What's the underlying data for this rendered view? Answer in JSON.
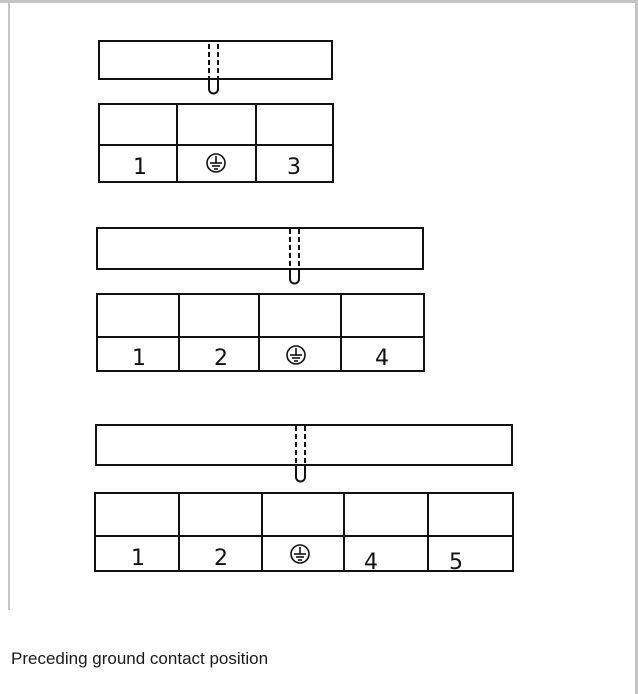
{
  "caption": "Preceding ground contact position",
  "connectors": [
    {
      "name": "three-pole",
      "labels": [
        "1",
        "ground",
        "3"
      ],
      "ground_index": 1
    },
    {
      "name": "four-pole",
      "labels": [
        "1",
        "2",
        "ground",
        "4"
      ],
      "ground_index": 2
    },
    {
      "name": "five-pole",
      "labels": [
        "1",
        "2",
        "ground",
        "4",
        "5"
      ],
      "ground_index": 2
    }
  ]
}
